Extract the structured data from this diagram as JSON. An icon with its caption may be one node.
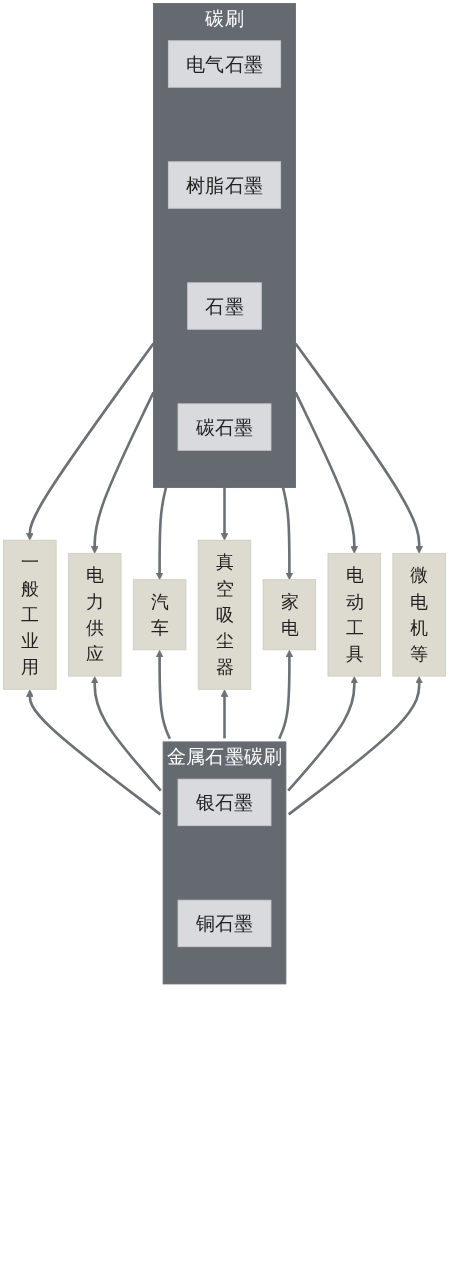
{
  "diagram": {
    "nodes": [
      {
        "text": [
          "碳刷"
        ]
      },
      {
        "text": [
          "电气石墨"
        ],
        "in": 0
      },
      {
        "text": [
          "树脂石墨"
        ],
        "in": 0
      },
      {
        "text": [
          "石墨"
        ],
        "in": 0
      },
      {
        "text": [
          "碳石墨"
        ],
        "in": 0
      },
      {
        "text": [
          "一般工业用"
        ]
      },
      {
        "text": [
          "电力供应"
        ]
      },
      {
        "text": [
          "汽车"
        ]
      },
      {
        "text": [
          "真空吸尘器"
        ]
      },
      {
        "text": [
          "家电"
        ]
      },
      {
        "text": [
          "电动工具"
        ]
      },
      {
        "text": [
          "微电机等"
        ]
      },
      {
        "text": [
          "金属石墨碳刷"
        ]
      },
      {
        "text": [
          "银石墨"
        ],
        "in": 12
      },
      {
        "text": [
          "铜石墨"
        ],
        "in": 12
      }
    ],
    "edges": [
      {
        "from": 0,
        "to": 5,
        "arrow": "to"
      },
      {
        "from": 0,
        "to": 6,
        "arrow": "to"
      },
      {
        "from": 0,
        "to": 7,
        "arrow": "to"
      },
      {
        "from": 0,
        "to": 8,
        "arrow": "to"
      },
      {
        "from": 0,
        "to": 9,
        "arrow": "to"
      },
      {
        "from": 0,
        "to": 10,
        "arrow": "to"
      },
      {
        "from": 0,
        "to": 11,
        "arrow": "to"
      },
      {
        "from": 12,
        "to": 5,
        "arrow": "to"
      },
      {
        "from": 12,
        "to": 6,
        "arrow": "to"
      },
      {
        "from": 12,
        "to": 7,
        "arrow": "to"
      },
      {
        "from": 12,
        "to": 8,
        "arrow": "to"
      },
      {
        "from": 12,
        "to": 9,
        "arrow": "to"
      },
      {
        "from": 12,
        "to": 10,
        "arrow": "to"
      },
      {
        "from": 12,
        "to": 11,
        "arrow": "to"
      }
    ]
  }
}
